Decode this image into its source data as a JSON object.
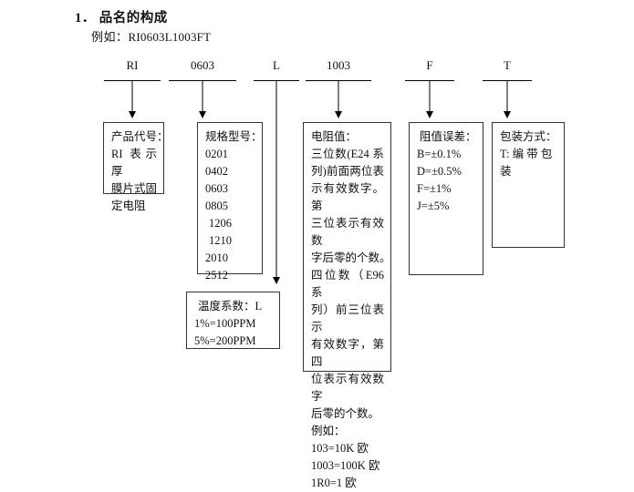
{
  "heading": {
    "number": "1．",
    "title": "品名的构成"
  },
  "example": {
    "label": "例如：",
    "code": "RI0603L1003FT"
  },
  "segments": [
    {
      "name": "product-code",
      "label": "RI"
    },
    {
      "name": "size-code",
      "label": "0603"
    },
    {
      "name": "temp-coeff",
      "label": "L"
    },
    {
      "name": "resistance",
      "label": "1003"
    },
    {
      "name": "tolerance",
      "label": "F"
    },
    {
      "name": "packaging",
      "label": "T"
    }
  ],
  "boxes": {
    "product_code": {
      "title": "产品代号：",
      "lines": [
        "RI 表示厚",
        "膜片式固",
        "定电阻"
      ]
    },
    "size_code": {
      "title": "规格型号：",
      "lines": [
        "0201",
        "0402",
        "0603",
        "0805",
        "1206",
        "1210",
        "2010",
        "2512"
      ]
    },
    "temp_coeff": {
      "title": "温度系数：L",
      "lines": [
        "1%=100PPM",
        "5%=200PPM"
      ]
    },
    "resistance": {
      "title": "电阻值：",
      "lines": [
        "三位数(E24 系",
        "列)前面两位表",
        "示有效数字。第",
        "三位表示有效数",
        "字后零的个数。",
        "四位数（E96 系",
        "列）前三位表示",
        "有效数字，第四",
        "位表示有效数字",
        "后零的个数。"
      ],
      "example_label": "例如：",
      "examples": [
        "103=10K 欧",
        "1003=100K 欧",
        "1R0=1 欧"
      ]
    },
    "tolerance": {
      "title": "阻值误差：",
      "lines": [
        "B=±0.1%",
        "D=±0.5%",
        "F=±1%",
        "J=±5%"
      ]
    },
    "packaging": {
      "title": "包装方式：",
      "lines": [
        "T: 编 带 包",
        "装"
      ]
    }
  }
}
